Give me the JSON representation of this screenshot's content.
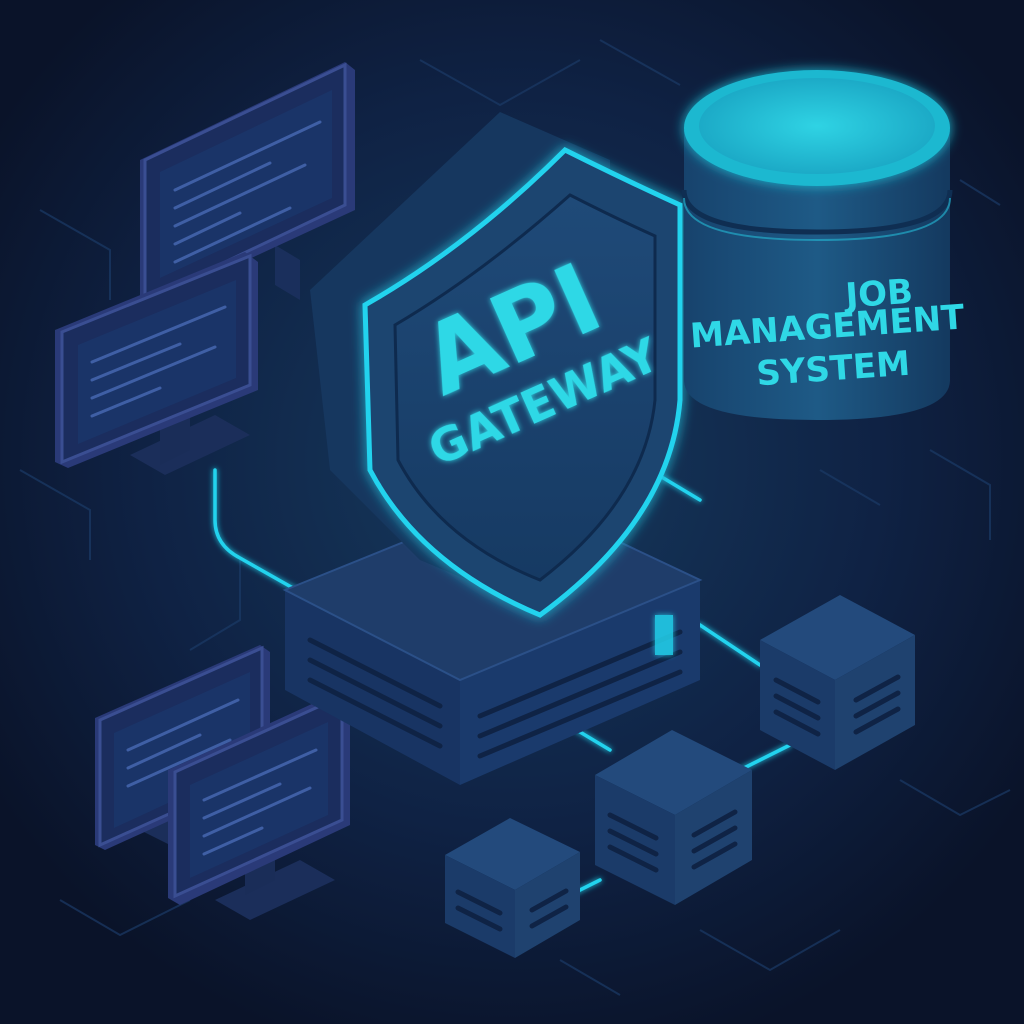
{
  "gateway": {
    "title": "API",
    "subtitle": "GATEWAY"
  },
  "job_system": {
    "line1": "JOB",
    "line2": "MANAGEMENT",
    "line3": "SYSTEM"
  },
  "colors": {
    "background": "#0c1630",
    "accent": "#22d3ee",
    "panel": "#1d3f68",
    "panel_dark": "#142c50",
    "text_glow": "#2fd8e6"
  },
  "clients": {
    "count": 4
  },
  "nodes": {
    "count": 3
  }
}
